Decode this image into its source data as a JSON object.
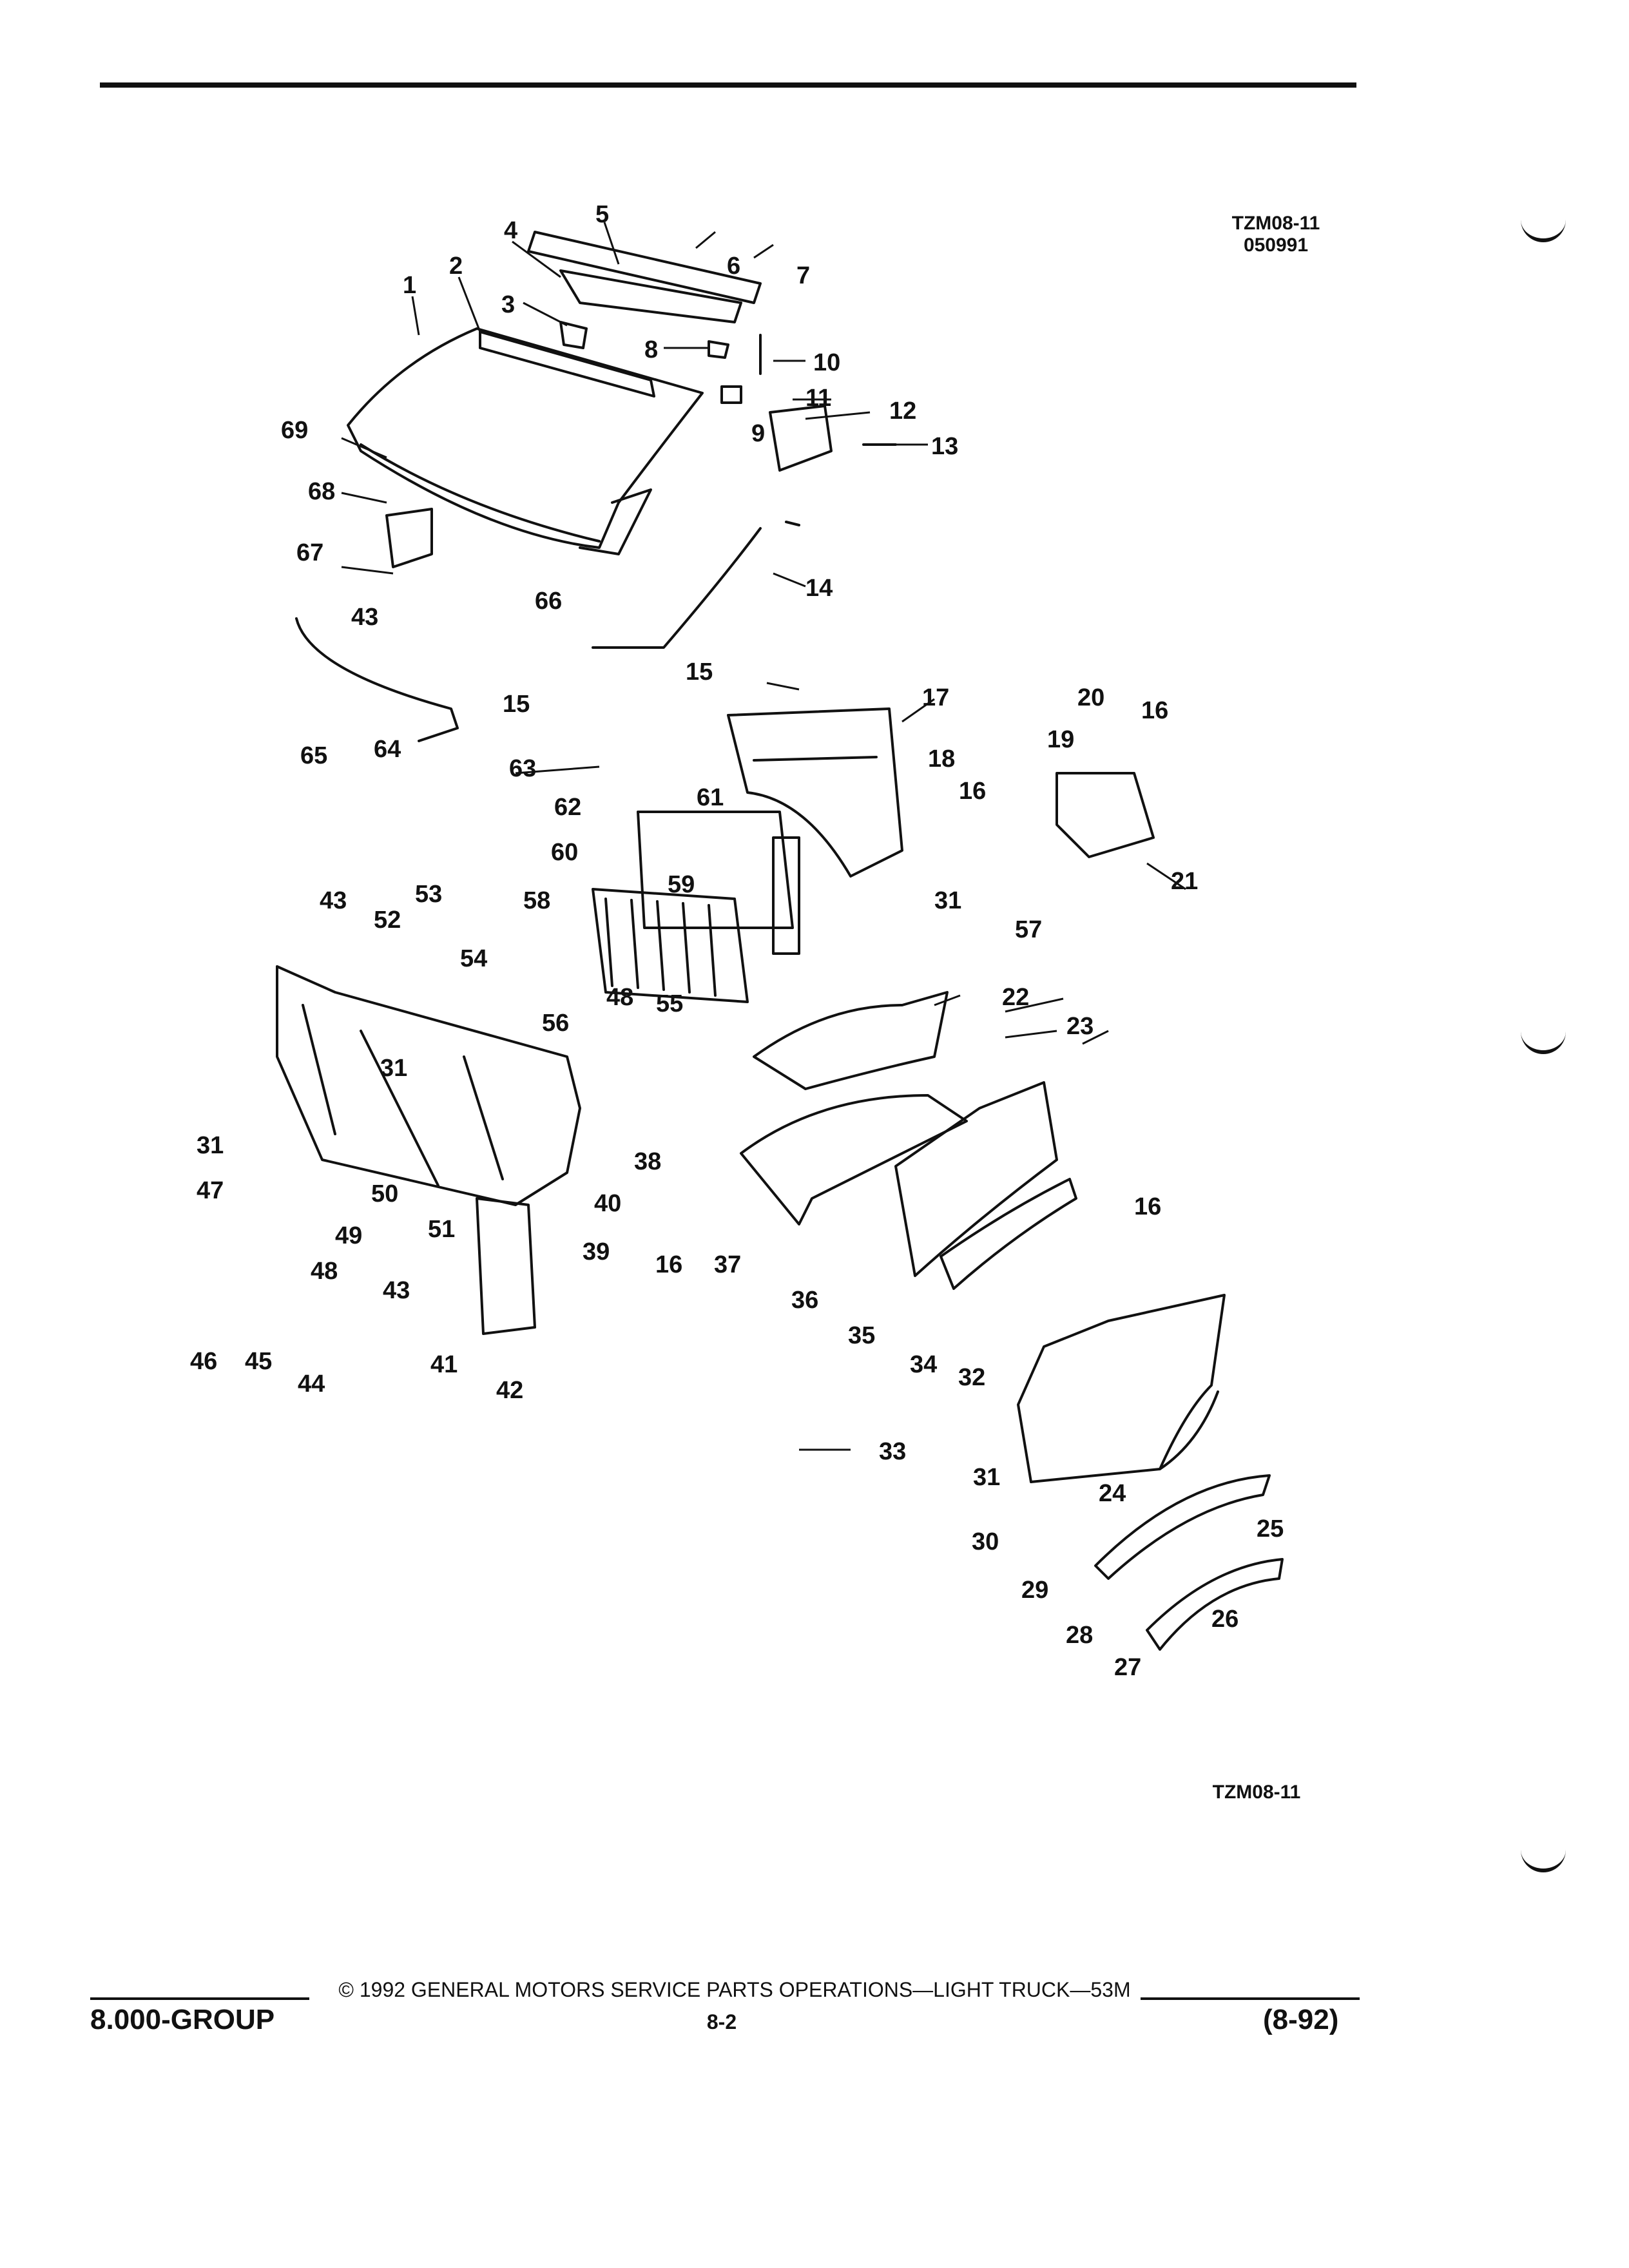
{
  "figure": {
    "code_top": "TZM08-11",
    "date_code": "050991",
    "code_bottom": "TZM08-11",
    "callouts": [
      "1",
      "2",
      "3",
      "4",
      "5",
      "6",
      "7",
      "8",
      "9",
      "10",
      "11",
      "12",
      "13",
      "14",
      "15",
      "15",
      "16",
      "16",
      "16",
      "16",
      "17",
      "18",
      "19",
      "20",
      "21",
      "22",
      "23",
      "24",
      "25",
      "26",
      "27",
      "28",
      "29",
      "30",
      "31",
      "31",
      "31",
      "31",
      "32",
      "33",
      "34",
      "35",
      "36",
      "37",
      "38",
      "39",
      "40",
      "41",
      "42",
      "43",
      "43",
      "43",
      "44",
      "45",
      "46",
      "47",
      "48",
      "48",
      "49",
      "50",
      "51",
      "52",
      "53",
      "54",
      "55",
      "56",
      "57",
      "58",
      "59",
      "60",
      "61",
      "62",
      "63",
      "64",
      "65",
      "66",
      "67",
      "68",
      "69"
    ]
  },
  "footer": {
    "group": "8.000-GROUP",
    "copyright": "© 1992 GENERAL MOTORS SERVICE PARTS OPERATIONS—LIGHT TRUCK—53M",
    "page": "8-2",
    "revision": "(8-92)"
  }
}
